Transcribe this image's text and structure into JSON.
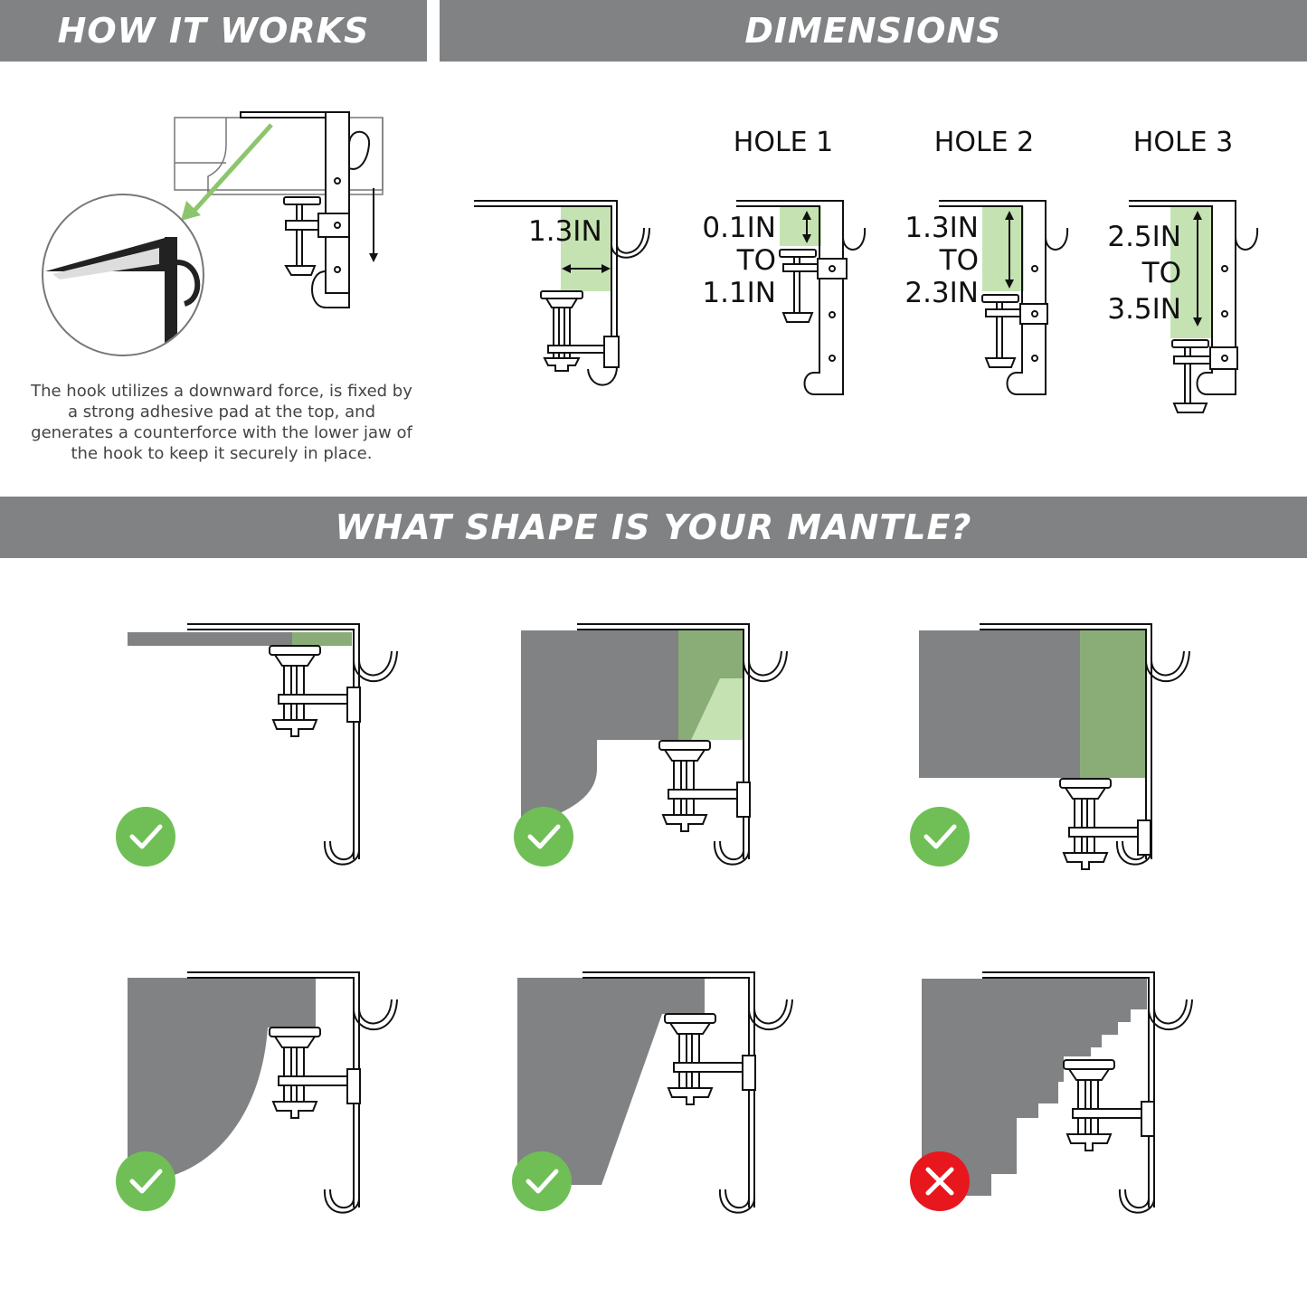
{
  "headers": {
    "how_it_works": "HOW IT WORKS",
    "dimensions": "DIMENSIONS",
    "mantle_shape": "WHAT SHAPE IS YOUR MANTLE?"
  },
  "how_it_works": {
    "description": "The hook utilizes a downward force, is fixed by a strong adhesive pad at the top, and generates a counterforce with the lower jaw of the hook to keep it securely in place."
  },
  "dimensions": {
    "lip_depth": "1.3IN",
    "holes": [
      {
        "title": "HOLE 1",
        "from": "0.1IN",
        "to_word": "TO",
        "to": "1.1IN"
      },
      {
        "title": "HOLE 2",
        "from": "1.3IN",
        "to_word": "TO",
        "to": "2.3IN"
      },
      {
        "title": "HOLE 3",
        "from": "2.5IN",
        "to_word": "TO",
        "to": "3.5IN"
      }
    ]
  },
  "mantle_shapes": [
    {
      "shape": "thin-shelf",
      "fits": true
    },
    {
      "shape": "curved-corbel",
      "fits": true
    },
    {
      "shape": "thick-block",
      "fits": true
    },
    {
      "shape": "concave-sweep",
      "fits": true
    },
    {
      "shape": "angled-bevel",
      "fits": true
    },
    {
      "shape": "stepped-crown",
      "fits": false
    }
  ],
  "colors": {
    "header_bar": "#808284",
    "mantle_gray": "#808284",
    "fit_green": "#6fbf56",
    "highlight_green": "#c5e3b2",
    "dark_green": "#8aad77",
    "reject_red": "#e8171e"
  }
}
